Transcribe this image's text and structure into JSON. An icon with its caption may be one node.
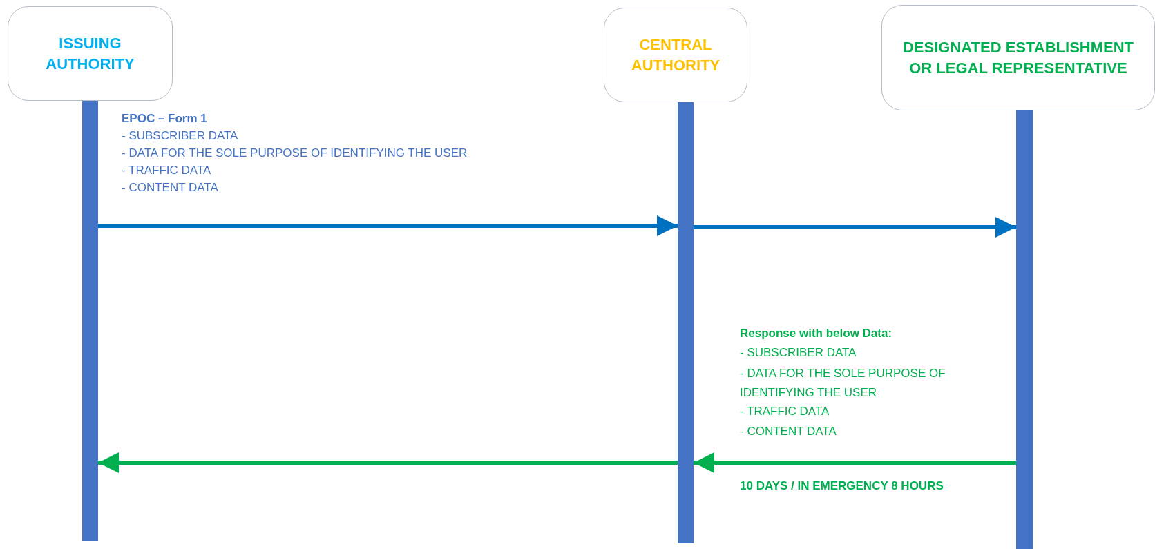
{
  "diagram": {
    "nodes": [
      {
        "text": [
          "ISSUING AUTHORITY"
        ]
      },
      {
        "text": [
          "CENTRAL AUTHORITY"
        ]
      },
      {
        "text": [
          "DESIGNATED ESTABLISHMENT OR LEGAL REPRESENTATIVE"
        ]
      },
      {
        "text": [],
        "shape": "bar"
      },
      {
        "text": [],
        "shape": "bar"
      },
      {
        "text": [],
        "shape": "bar"
      }
    ],
    "edges": [
      {
        "from": 3,
        "to": 4,
        "arrow": "to",
        "color": "#0070c0"
      },
      {
        "from": 4,
        "to": 5,
        "arrow": "to",
        "color": "#0070c0"
      },
      {
        "from": 5,
        "to": 4,
        "arrow": "to",
        "color": "#00b050"
      },
      {
        "from": 4,
        "to": 3,
        "arrow": "to",
        "color": "#00b050"
      }
    ],
    "labels": [
      "EPOC – Form 1",
      "- SUBSCRIBER DATA",
      "- DATA FOR THE SOLE PURPOSE OF IDENTIFYING THE USER",
      "- TRAFFIC DATA",
      "- CONTENT DATA",
      "Response with below Data:",
      "- SUBSCRIBER DATA",
      "- DATA FOR THE SOLE PURPOSE OF IDENTIFYING THE USER",
      "- TRAFFIC DATA",
      "- CONTENT DATA",
      "10 DAYS / IN EMERGENCY 8 HOURS"
    ]
  }
}
